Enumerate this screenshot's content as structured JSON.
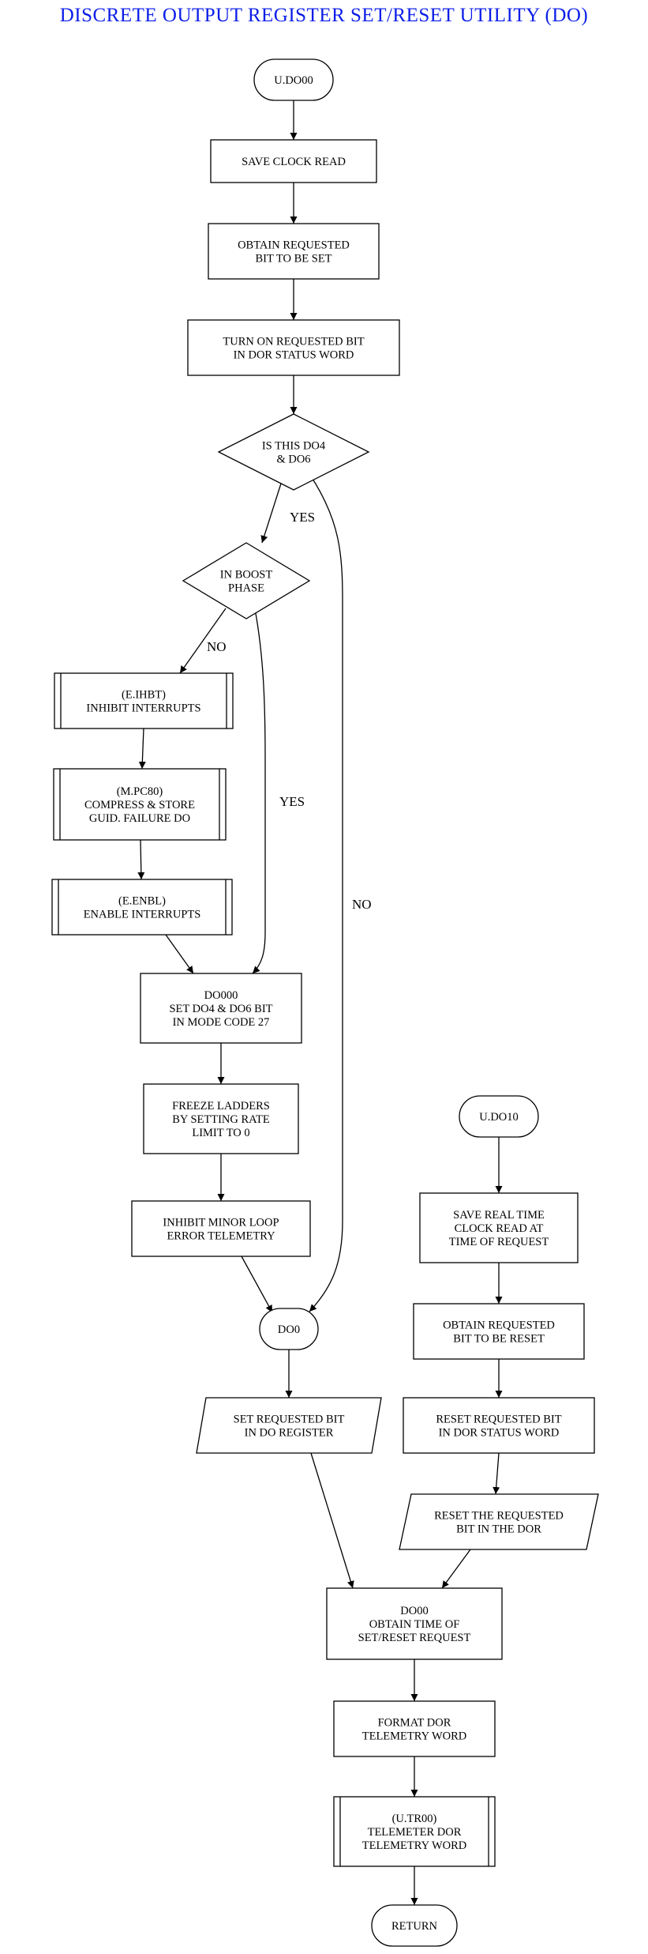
{
  "title": "DISCRETE OUTPUT REGISTER SET/RESET UTILITY (DO)",
  "colors": {
    "title": "#0b1ee8",
    "line": "#000000"
  },
  "nodes": {
    "udo00": [
      "U.DO00"
    ],
    "save_clock": [
      "SAVE CLOCK READ"
    ],
    "obtain_set": [
      "OBTAIN REQUESTED",
      "BIT TO BE SET"
    ],
    "turn_on": [
      "TURN ON REQUESTED BIT",
      "IN DOR STATUS WORD"
    ],
    "is_do4": [
      "IS THIS DO4",
      "& DO6"
    ],
    "boost": [
      "IN BOOST",
      "PHASE"
    ],
    "eihbt": [
      "(E.IHBT)",
      "INHIBIT INTERRUPTS"
    ],
    "mpc80": [
      "(M.PC80)",
      "COMPRESS & STORE",
      "GUID. FAILURE DO"
    ],
    "eenbl": [
      "(E.ENBL)",
      "ENABLE INTERRUPTS"
    ],
    "do000": [
      "DO000",
      "SET DO4 & DO6 BIT",
      "IN MODE CODE 27"
    ],
    "freeze": [
      "FREEZE LADDERS",
      "BY SETTING RATE",
      "LIMIT TO 0"
    ],
    "inhibit_minor": [
      "INHIBIT MINOR LOOP",
      "ERROR TELEMETRY"
    ],
    "do0": [
      "DO0"
    ],
    "set_req": [
      "SET REQUESTED BIT",
      "IN DO REGISTER"
    ],
    "udo10": [
      "U.DO10"
    ],
    "save_real": [
      "SAVE REAL TIME",
      "CLOCK READ AT",
      "TIME OF REQUEST"
    ],
    "obtain_reset": [
      "OBTAIN REQUESTED",
      "BIT TO BE RESET"
    ],
    "reset_status": [
      "RESET REQUESTED BIT",
      "IN DOR STATUS WORD"
    ],
    "reset_dor": [
      "RESET THE REQUESTED",
      "BIT IN THE DOR"
    ],
    "do00": [
      "DO00",
      "OBTAIN TIME OF",
      "SET/RESET REQUEST"
    ],
    "format": [
      "FORMAT DOR",
      "TELEMETRY WORD"
    ],
    "utr00": [
      "(U.TR00)",
      "TELEMETER DOR",
      "TELEMETRY WORD"
    ],
    "return": [
      "RETURN"
    ]
  },
  "edge_labels": {
    "yes1": "YES",
    "no1": "NO",
    "yes2": "YES",
    "no2": "NO"
  }
}
